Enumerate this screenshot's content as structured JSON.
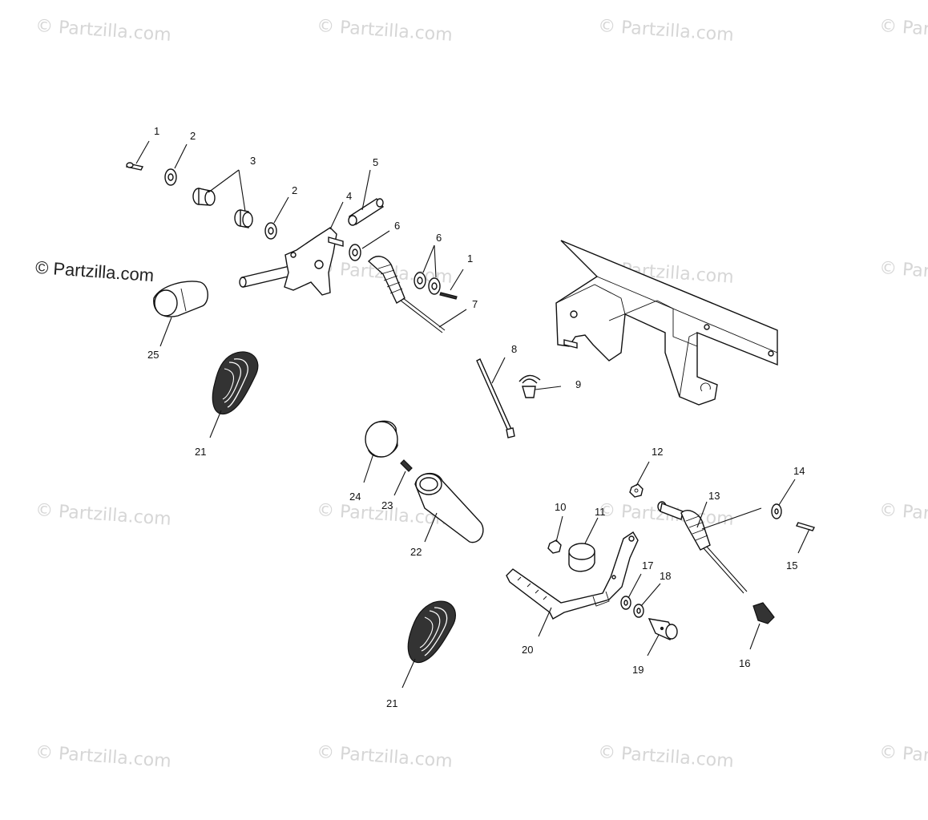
{
  "watermark": "© Partzilla.com",
  "copyright": "© Partzilla.com",
  "callouts": {
    "c1a": "1",
    "c2a": "2",
    "c3": "3",
    "c2b": "2",
    "c4": "4",
    "c5": "5",
    "c6a": "6",
    "c6b": "6",
    "c1b": "1",
    "c7": "7",
    "c8": "8",
    "c9": "9",
    "c25": "25",
    "c21a": "21",
    "c24": "24",
    "c23": "23",
    "c22": "22",
    "c12": "12",
    "c10": "10",
    "c11": "11",
    "c13": "13",
    "c14": "14",
    "c15": "15",
    "c17": "17",
    "c18": "18",
    "c20": "20",
    "c19": "19",
    "c16": "16",
    "c21b": "21"
  }
}
